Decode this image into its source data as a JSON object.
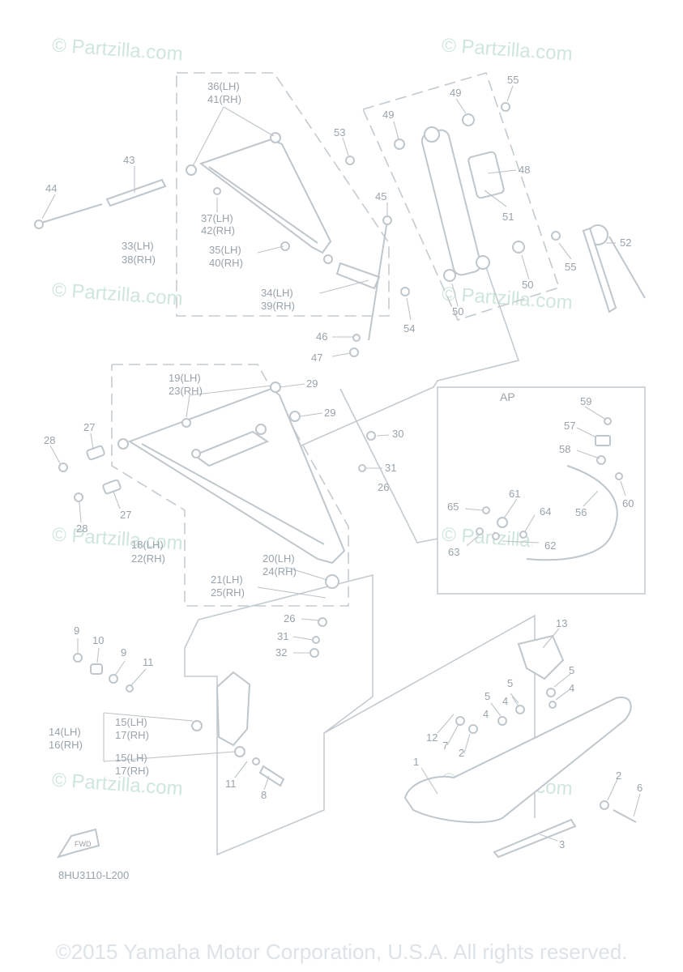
{
  "watermarks": [
    "© Partzilla.com",
    "© Partzilla.com",
    "© Partzilla.com",
    "© Partzilla.com",
    "© Partzilla.com",
    "© Partzilla.com",
    "© Partzilla.com",
    "© Partzilla.com"
  ],
  "copyright": "©2015 Yamaha Motor Corporation, U.S.A. All rights reserved.",
  "diagram_code": "8HU3110-L200",
  "ap_label": "AP",
  "fwd_label": "FWD",
  "callouts": {
    "c1": "1",
    "c2a": "2",
    "c2b": "2",
    "c3": "3",
    "c4a": "4",
    "c4b": "4",
    "c4c": "4",
    "c5a": "5",
    "c5b": "5",
    "c5c": "5",
    "c6": "6",
    "c7": "7",
    "c8": "8",
    "c9a": "9",
    "c9b": "9",
    "c10": "10",
    "c11a": "11",
    "c11b": "11",
    "c12": "12",
    "c13": "13",
    "c14": "14(LH)",
    "c16": "16(RH)",
    "c15a": "15(LH)",
    "c17a": "17(RH)",
    "c15b": "15(LH)",
    "c17b": "17(RH)",
    "c18": "18(LH)",
    "c22": "22(RH)",
    "c19": "19(LH)",
    "c23": "23(RH)",
    "c20": "20(LH)",
    "c24": "24(RH)",
    "c21": "21(LH)",
    "c25": "25(RH)",
    "c26a": "26",
    "c26b": "26",
    "c27a": "27",
    "c27b": "27",
    "c28a": "28",
    "c28b": "28",
    "c29a": "29",
    "c29b": "29",
    "c30": "30",
    "c31a": "31",
    "c31b": "31",
    "c32": "32",
    "c33": "33(LH)",
    "c38": "38(RH)",
    "c34": "34(LH)",
    "c39": "39(RH)",
    "c35": "35(LH)",
    "c40": "40(RH)",
    "c36": "36(LH)",
    "c41": "41(RH)",
    "c37": "37(LH)",
    "c42": "42(RH)",
    "c43": "43",
    "c44": "44",
    "c45": "45",
    "c46": "46",
    "c47": "47",
    "c48": "48",
    "c49a": "49",
    "c49b": "49",
    "c50a": "50",
    "c50b": "50",
    "c51": "51",
    "c52": "52",
    "c53": "53",
    "c54": "54",
    "c55a": "55",
    "c55b": "55",
    "c56": "56",
    "c57": "57",
    "c58": "58",
    "c59": "59",
    "c60": "60",
    "c61": "61",
    "c62": "62",
    "c63": "63",
    "c64": "64",
    "c65": "65"
  }
}
